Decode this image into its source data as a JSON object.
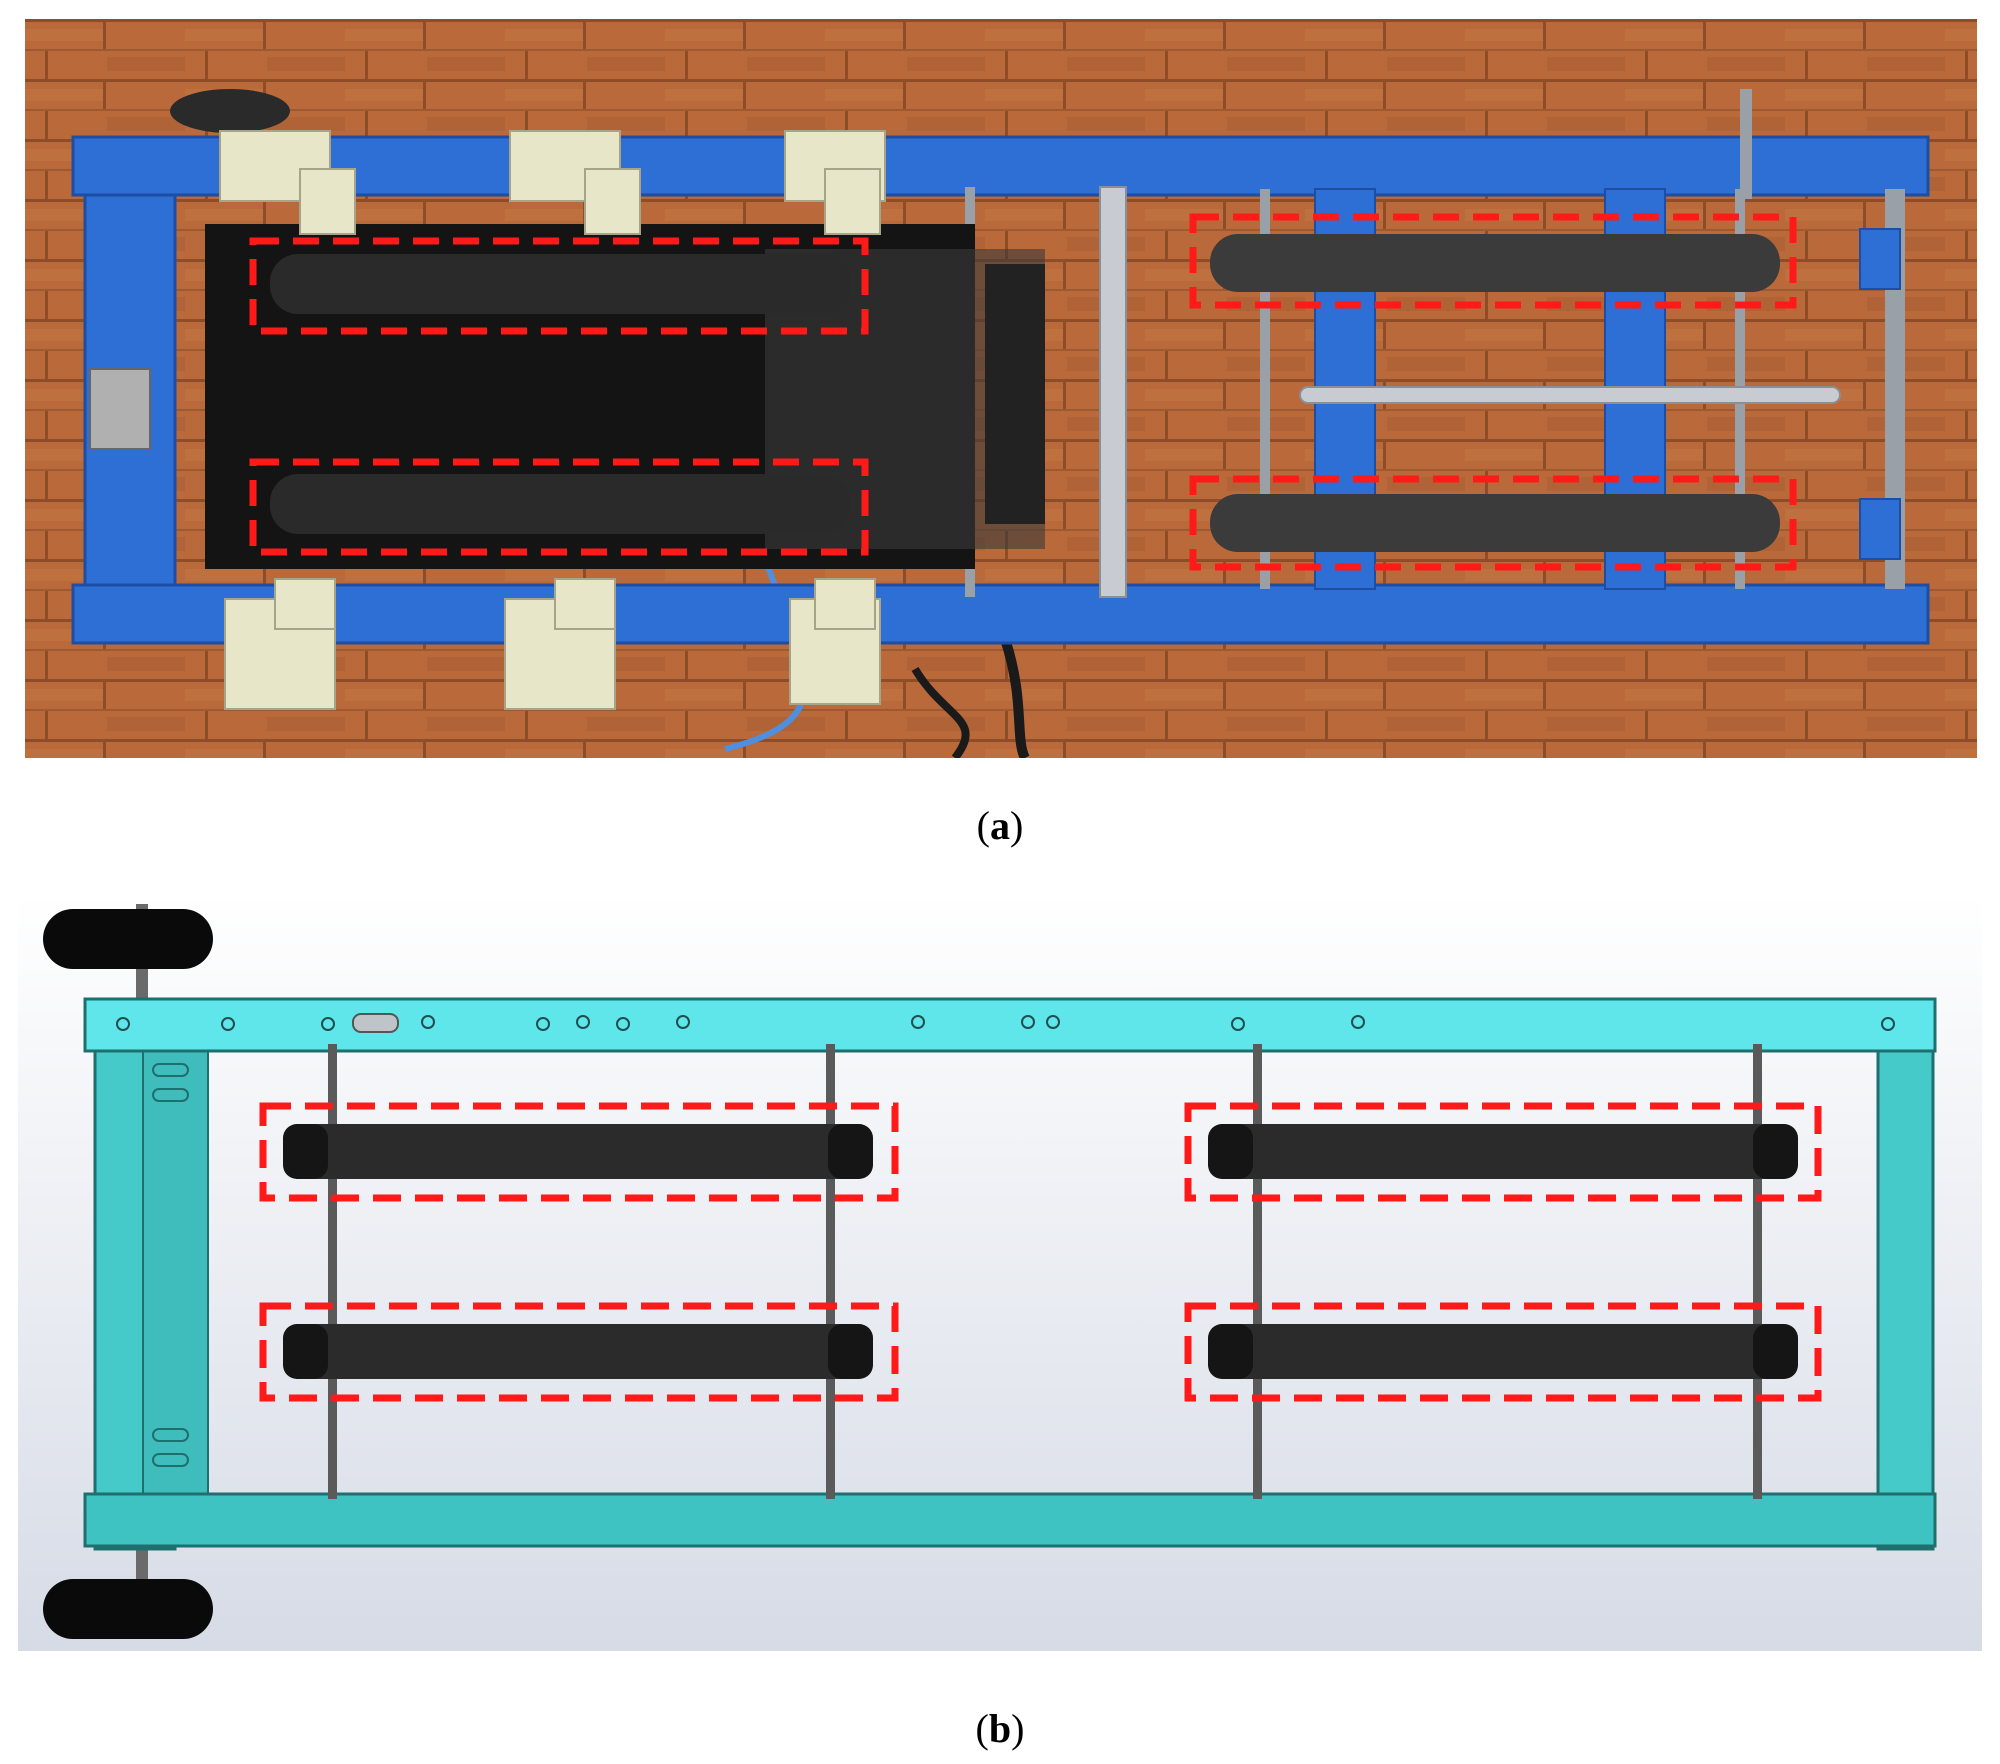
{
  "captions": {
    "a": "a",
    "b": "b"
  },
  "colors": {
    "floor_wood": "#b9693a",
    "frame_blue": "#2e6fd6",
    "frame_cyan": "#45c9c9",
    "belt_black": "#2b2b2b",
    "highlight_red": "#ff1a1a",
    "bracket_cream": "#e8e6c8"
  },
  "icons": {
    "highlight_box": "dashed-rectangle"
  }
}
